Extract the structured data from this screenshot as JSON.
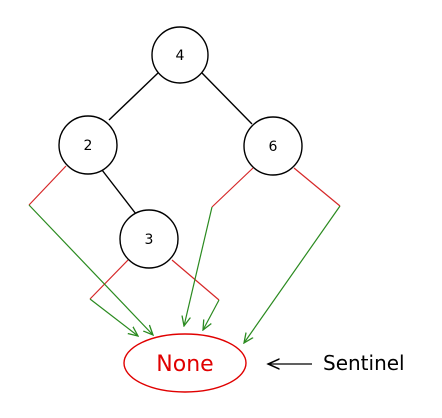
{
  "nodes": {
    "n4": {
      "label": "4"
    },
    "n2": {
      "label": "2"
    },
    "n6": {
      "label": "6"
    },
    "n3": {
      "label": "3"
    }
  },
  "sentinel_node": {
    "label": "None"
  },
  "sentinel_caption": {
    "label": "Sentinel"
  },
  "colors": {
    "tree_edge": "#000000",
    "null_pointer": "#d62728",
    "sentinel_arrow": "#2a8a1f",
    "sentinel_text": "#e00000",
    "node_fill": "#ffffff",
    "node_stroke": "#000000"
  }
}
